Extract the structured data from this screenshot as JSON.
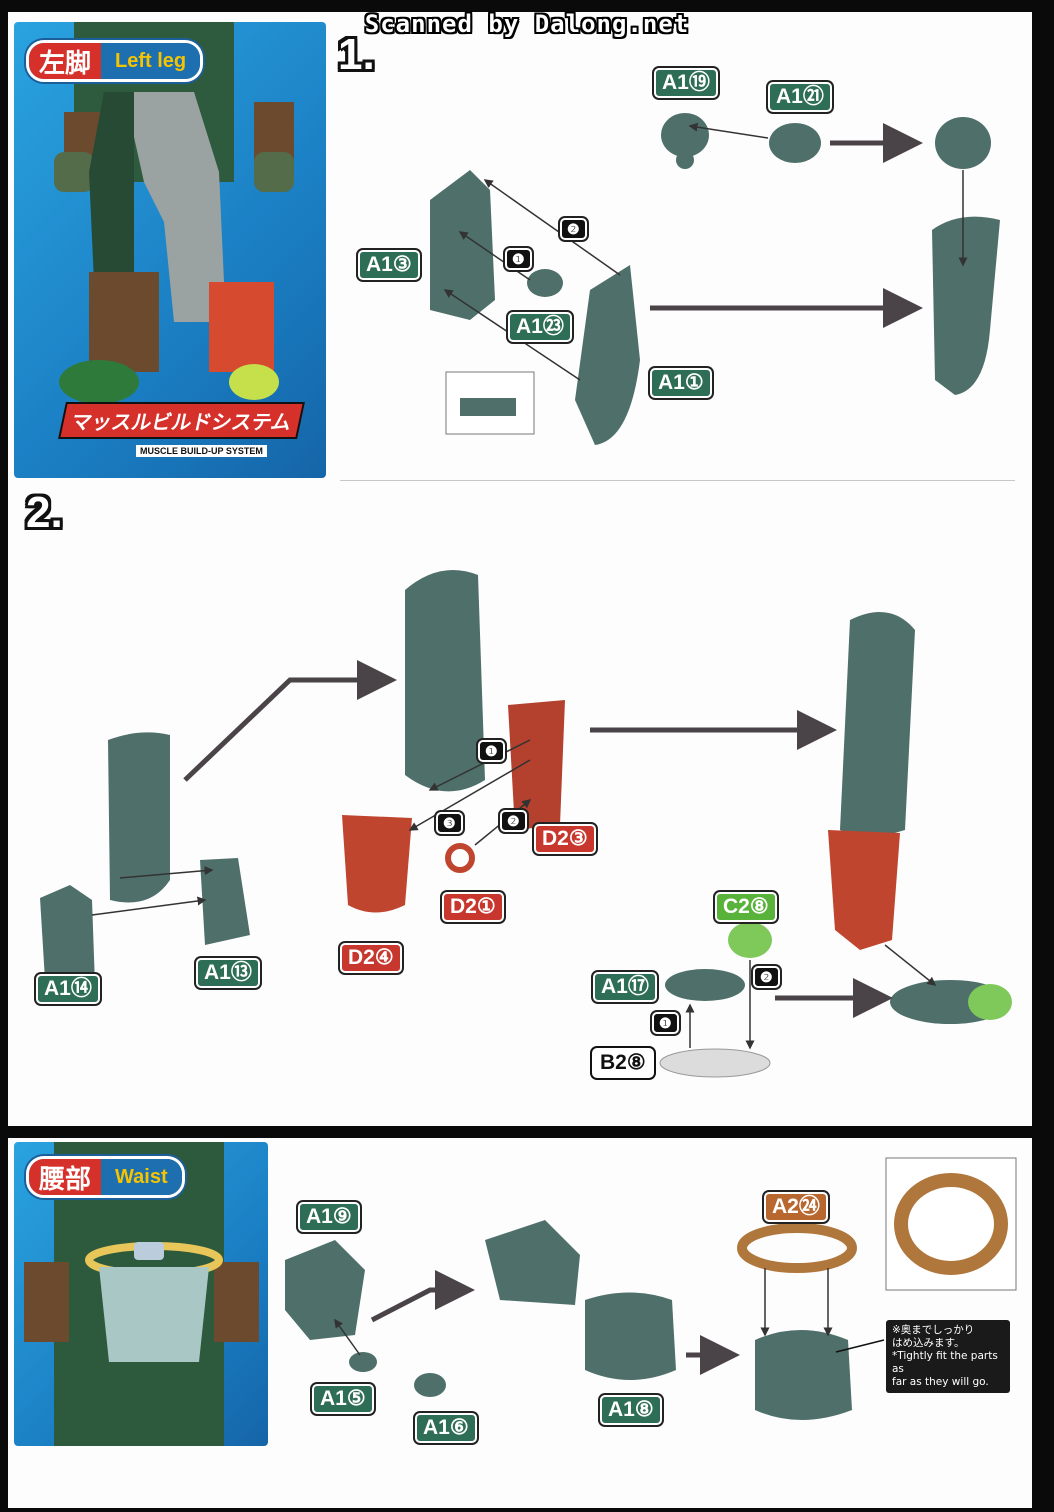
{
  "watermark": "Scanned by Dalong.net",
  "sections": {
    "left_leg": {
      "title_jp": "左脚",
      "title_en": "Left leg"
    },
    "waist": {
      "title_jp": "腰部",
      "title_en": "Waist"
    }
  },
  "logo": {
    "text": "マッスルビルドシステム",
    "subtitle": "MUSCLE BUILD-UP SYSTEM"
  },
  "steps": {
    "one": "1.",
    "two": "2."
  },
  "step_markers": {
    "m1": "❶",
    "m2": "❷",
    "m3": "❸"
  },
  "parts": {
    "a1_19": "A1⑲",
    "a1_21": "A1㉑",
    "a1_3": "A1③",
    "a1_23": "A1㉓",
    "a1_1": "A1①",
    "a1_14": "A1⑭",
    "a1_13": "A1⑬",
    "d2_3": "D2③",
    "d2_1": "D2①",
    "d2_4": "D2④",
    "c2_8": "C2⑧",
    "a1_17": "A1⑰",
    "b2_8": "B2⑧",
    "a1_9": "A1⑨",
    "a1_5": "A1⑤",
    "a1_6": "A1⑥",
    "a1_8": "A1⑧",
    "a2_24": "A2㉔"
  },
  "note": {
    "jp_line1": "※奥までしっかり",
    "jp_line2": "はめ込みます。",
    "en_line1": "*Tightly fit the parts as",
    "en_line2": "far as they will go."
  },
  "colors": {
    "part_teal": "#4f6f6a",
    "part_red": "#c0452f",
    "part_green": "#7fc85a",
    "part_brown": "#b0773d",
    "arrow": "#4a4347"
  }
}
